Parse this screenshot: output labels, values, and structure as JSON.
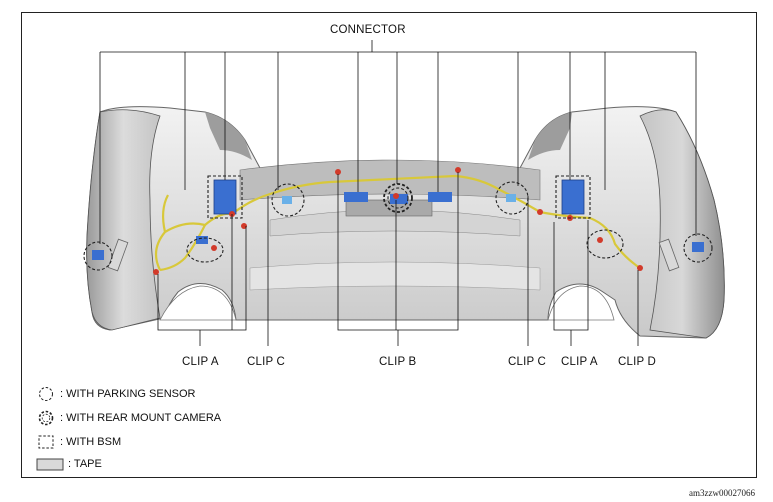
{
  "labels": {
    "connector": "CONNECTOR",
    "clip_a_left": "CLIP A",
    "clip_c_left": "CLIP C",
    "clip_b": "CLIP B",
    "clip_c_right": "CLIP C",
    "clip_a_right": "CLIP A",
    "clip_d": "CLIP D"
  },
  "legend": {
    "parking_sensor": ": WITH PARKING SENSOR",
    "rear_camera": ": WITH REAR MOUNT CAMERA",
    "bsm": ": WITH BSM",
    "tape": ": TAPE"
  },
  "document_id": "am3zzw00027066",
  "colors": {
    "harness": "#d8c83a",
    "connector": "#3a6fd0",
    "clip": "#d23a2a",
    "bumper_light": "#e6e6e6",
    "bumper_dark": "#8a8a8a"
  }
}
